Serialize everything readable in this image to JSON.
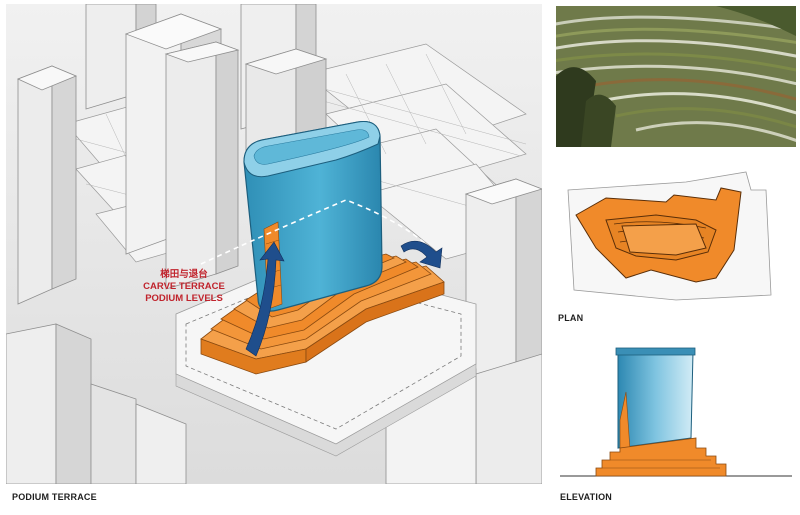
{
  "captions": {
    "podium_terrace": "PODIUM TERRACE",
    "plan": "PLAN",
    "elevation": "ELEVATION"
  },
  "annotation": {
    "line_cn": "梯田与退台",
    "line_en_1": "CARVE TERRACE",
    "line_en_2": "PODIUM LEVELS"
  },
  "colors": {
    "tower_blue": "#3ba3c8",
    "tower_top": "#8fd0e8",
    "podium_orange": "#f08a2a",
    "arrow_navy": "#1f4e8c",
    "context_grey": "#e6e6e6",
    "annotation_red": "#c0232c"
  }
}
